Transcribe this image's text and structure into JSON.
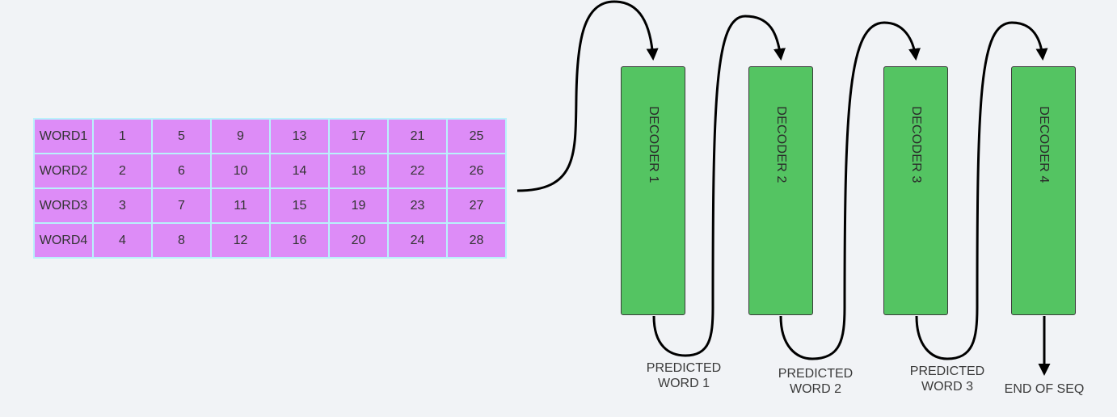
{
  "table": {
    "rows": [
      {
        "label": "WORD1",
        "values": [
          "1",
          "5",
          "9",
          "13",
          "17",
          "21",
          "25"
        ]
      },
      {
        "label": "WORD2",
        "values": [
          "2",
          "6",
          "10",
          "14",
          "18",
          "22",
          "26"
        ]
      },
      {
        "label": "WORD3",
        "values": [
          "3",
          "7",
          "11",
          "15",
          "19",
          "23",
          "27"
        ]
      },
      {
        "label": "WORD4",
        "values": [
          "4",
          "8",
          "12",
          "16",
          "20",
          "24",
          "28"
        ]
      }
    ]
  },
  "decoders": [
    {
      "label": "DECODER 1",
      "output_line1": "PREDICTED",
      "output_line2": "WORD 1"
    },
    {
      "label": "DECODER 2",
      "output_line1": "PREDICTED",
      "output_line2": "WORD 2"
    },
    {
      "label": "DECODER 3",
      "output_line1": "PREDICTED",
      "output_line2": "WORD 3"
    },
    {
      "label": "DECODER 4",
      "output_line1": "END OF SEQ",
      "output_line2": ""
    }
  ],
  "colors": {
    "table_fill": "#dd8cf7",
    "table_border": "#b9f1fb",
    "decoder_fill": "#54c462",
    "background": "#f1f3f6",
    "connector": "#000000"
  }
}
